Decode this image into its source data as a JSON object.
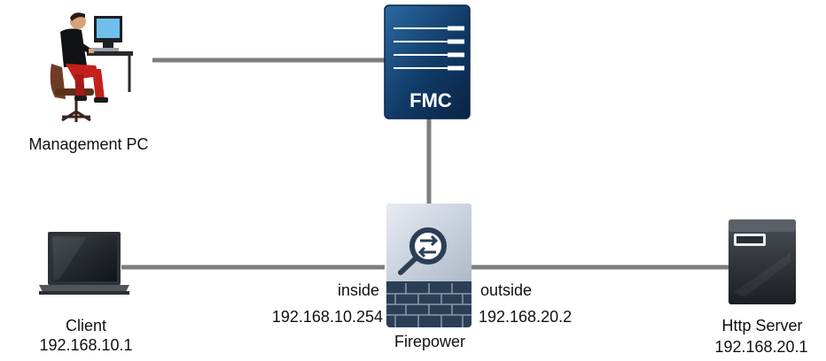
{
  "nodes": {
    "management_pc": {
      "label": "Management PC",
      "icon": "user-at-computer-icon"
    },
    "fmc": {
      "label": "FMC",
      "icon": "fmc-server-icon"
    },
    "firewall": {
      "label": "Firepower",
      "icon": "firewall-icon"
    },
    "client": {
      "label": "Client",
      "ip": "192.168.10.1",
      "icon": "laptop-icon"
    },
    "http_server": {
      "label": "Http Server",
      "ip": "192.168.20.1",
      "icon": "server-icon"
    }
  },
  "interfaces": {
    "inside": {
      "name": "inside",
      "ip": "192.168.10.254"
    },
    "outside": {
      "name": "outside",
      "ip": "192.168.20.2"
    }
  },
  "colors": {
    "link": "#7d7d7d",
    "device_dark": "#0c2d52",
    "device_mid": "#2f6aa0",
    "appliance_light": "#cfd7e4",
    "appliance_dark": "#2c3e55"
  }
}
